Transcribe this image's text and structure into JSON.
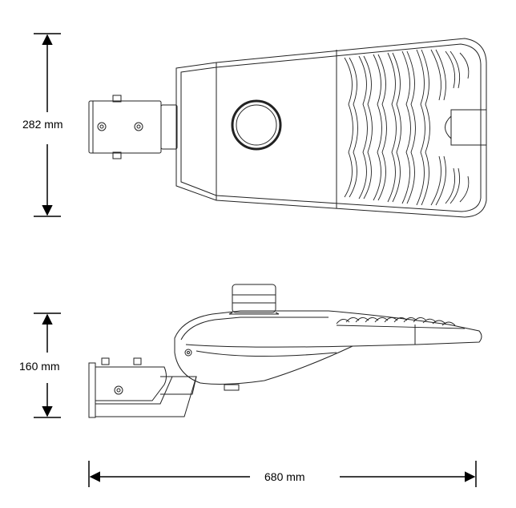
{
  "dimensions": {
    "top_view_height": "282 mm",
    "side_view_height": "160 mm",
    "overall_length": "680 mm"
  },
  "colors": {
    "line": "#222222",
    "background": "#ffffff"
  }
}
